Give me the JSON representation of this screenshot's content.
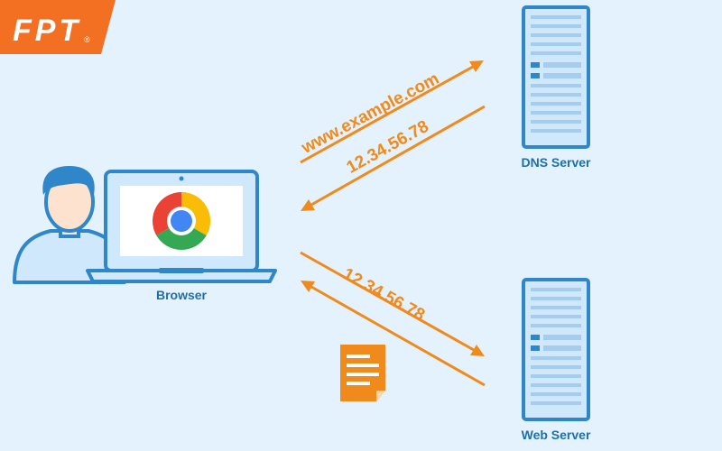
{
  "logo": {
    "text": "FPT",
    "registered_mark": "®"
  },
  "nodes": {
    "browser": {
      "label": "Browser"
    },
    "dns_server": {
      "label": "DNS Server"
    },
    "web_server": {
      "label": "Web Server"
    }
  },
  "messages": {
    "dns_request": "www.example.com",
    "dns_response": "12.34.56.78",
    "web_request": "12.34.56.78"
  },
  "icons": {
    "user": "user-avatar-icon",
    "laptop": "laptop-icon",
    "browser_logo": "chrome-logo-icon",
    "server": "server-icon",
    "document": "document-icon"
  },
  "colors": {
    "background": "#e4f2fd",
    "accent": "#f08a1c",
    "brand": "#f36f21",
    "outline": "#2f86c9",
    "label": "#1e6fa8"
  }
}
